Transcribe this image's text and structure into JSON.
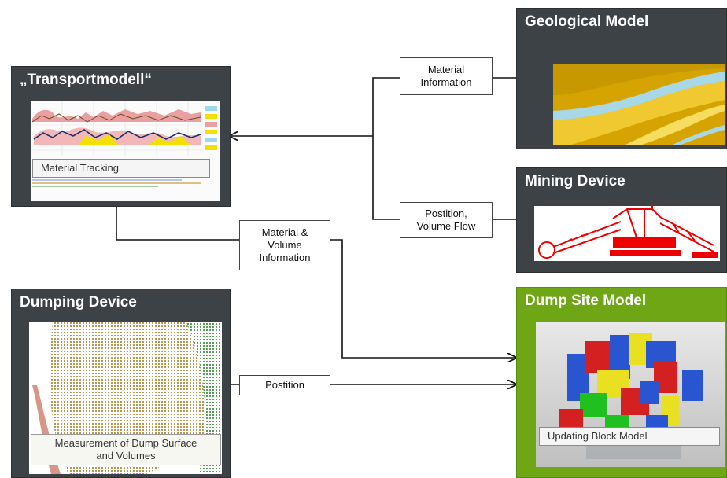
{
  "panels": {
    "transport": {
      "title": "„Transportmodell“",
      "caption": "Material Tracking"
    },
    "geological": {
      "title": "Geological Model"
    },
    "mining": {
      "title": "Mining Device"
    },
    "dumping": {
      "title": "Dumping Device",
      "caption": "Measurement of Dump Surface\nand Volumes"
    },
    "dump_site": {
      "title": "Dump Site Model",
      "caption": "Updating Block Model"
    }
  },
  "labels": {
    "material_information": "Material\nInformation",
    "position_volume_flow": "Postition,\nVolume Flow",
    "material_volume_information": "Material &\nVolume\nInformation",
    "position": "Postition"
  },
  "colors": {
    "panel_dark": "#3d4246",
    "panel_green": "#6fa616",
    "connector": "#111111"
  }
}
